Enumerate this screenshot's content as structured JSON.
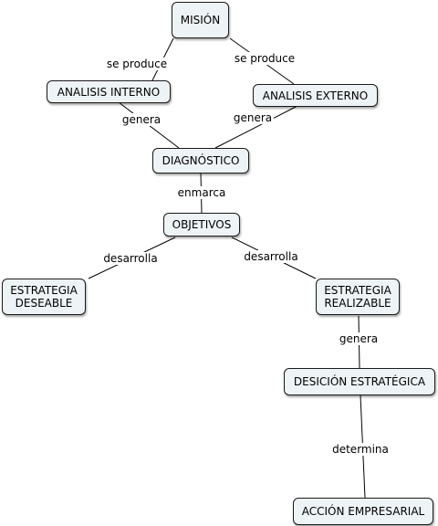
{
  "diagram": {
    "nodes": {
      "mision": "MISIÓN",
      "analisis_interno": "ANALISIS INTERNO",
      "analisis_externo": "ANALISIS EXTERNO",
      "diagnostico": "DIAGNÓSTICO",
      "objetivos": "OBJETIVOS",
      "estrategia_deseable": "ESTRATEGIA\nDESEABLE",
      "estrategia_realizable": "ESTRATEGIA\nREALIZABLE",
      "desicion_estrategica": "DESICIÓN ESTRATÉGICA",
      "accion_empresarial": "ACCIÓN EMPRESARIAL"
    },
    "links": {
      "mision_interno": "se produce",
      "mision_externo": "se produce",
      "interno_diagnostico": "genera",
      "externo_diagnostico": "genera",
      "diagnostico_objetivos": "enmarca",
      "objetivos_deseable": "desarrolla",
      "objetivos_realizable": "desarrolla",
      "realizable_desicion": "genera",
      "desicion_accion": "determina"
    }
  }
}
